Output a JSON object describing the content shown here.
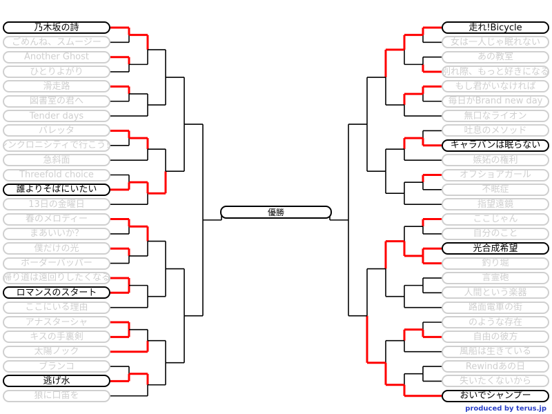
{
  "final_label": "優勝",
  "credit": "produced by terus.jp",
  "colors": {
    "win_line": "#ff0000",
    "line": "#000000",
    "lost": "#cfcfcf"
  },
  "left": [
    {
      "name": "乃木坂の詩",
      "wins": 2
    },
    {
      "name": "ごめんね、スムージー",
      "wins": 0
    },
    {
      "name": "Another Ghost",
      "wins": 1
    },
    {
      "name": "ひとりよがり",
      "wins": 0
    },
    {
      "name": "滑走路",
      "wins": 1
    },
    {
      "name": "図書室の君へ",
      "wins": 0
    },
    {
      "name": "Tender days",
      "wins": 0
    },
    {
      "name": "バレッタ",
      "wins": 2
    },
    {
      "name": "シンクロニシティで行こう！",
      "wins": 0
    },
    {
      "name": "急斜面",
      "wins": 1
    },
    {
      "name": "Threefold choice",
      "wins": 0
    },
    {
      "name": "誰よりそばにいたい",
      "wins": 3
    },
    {
      "name": "13日の金曜日",
      "wins": 0
    },
    {
      "name": "春のメロディー",
      "wins": 2
    },
    {
      "name": "まあいいか？",
      "wins": 0
    },
    {
      "name": "僕だけの光",
      "wins": 1
    },
    {
      "name": "ボーダーバッパー",
      "wins": 0
    },
    {
      "name": "帰り道は遠回りしたくなる",
      "wins": 1
    },
    {
      "name": "ロマンスのスタート",
      "wins": 3
    },
    {
      "name": "ここにいる理由",
      "wins": 0
    },
    {
      "name": "アナスターシャ",
      "wins": 1
    },
    {
      "name": "キスの手裏剣",
      "wins": 1
    },
    {
      "name": "太陽ノック",
      "wins": 2
    },
    {
      "name": "ブランコ",
      "wins": 0
    },
    {
      "name": "逃げ水",
      "wins": 2
    },
    {
      "name": "狼に口笛を",
      "wins": 0
    }
  ],
  "right": [
    {
      "name": "走れ!Bicycle",
      "wins": 3
    },
    {
      "name": "女は一人じゃ眠れない",
      "wins": 0
    },
    {
      "name": "あの教室",
      "wins": 0
    },
    {
      "name": "別れ際、もっと好きになる",
      "wins": 1
    },
    {
      "name": "もし君がいなければ",
      "wins": 2
    },
    {
      "name": "毎日がBrand new day",
      "wins": 0
    },
    {
      "name": "無口なライオン",
      "wins": 0
    },
    {
      "name": "吐息のメソッド",
      "wins": 0
    },
    {
      "name": "キャラバンは眠らない",
      "wins": 2
    },
    {
      "name": "嫉妬の権利",
      "wins": 0
    },
    {
      "name": "オフショアガール",
      "wins": 1
    },
    {
      "name": "不眠症",
      "wins": 0
    },
    {
      "name": "指望遠鏡",
      "wins": 0
    },
    {
      "name": "ここじゃん",
      "wins": 1
    },
    {
      "name": "自分のこと",
      "wins": 0
    },
    {
      "name": "光合成希望",
      "wins": 3
    },
    {
      "name": "釣り堀",
      "wins": 2
    },
    {
      "name": "言霊砲",
      "wins": 0
    },
    {
      "name": "人間という楽器",
      "wins": 0
    },
    {
      "name": "路面電車の街",
      "wins": 1
    },
    {
      "name": "のような存在",
      "wins": 0
    },
    {
      "name": "自由の彼方",
      "wins": 2
    },
    {
      "name": "風船は生きている",
      "wins": 0
    },
    {
      "name": "Rewindあの日",
      "wins": 0
    },
    {
      "name": "失いたくないから",
      "wins": 0
    },
    {
      "name": "おいでシャンプー",
      "wins": 4
    }
  ]
}
